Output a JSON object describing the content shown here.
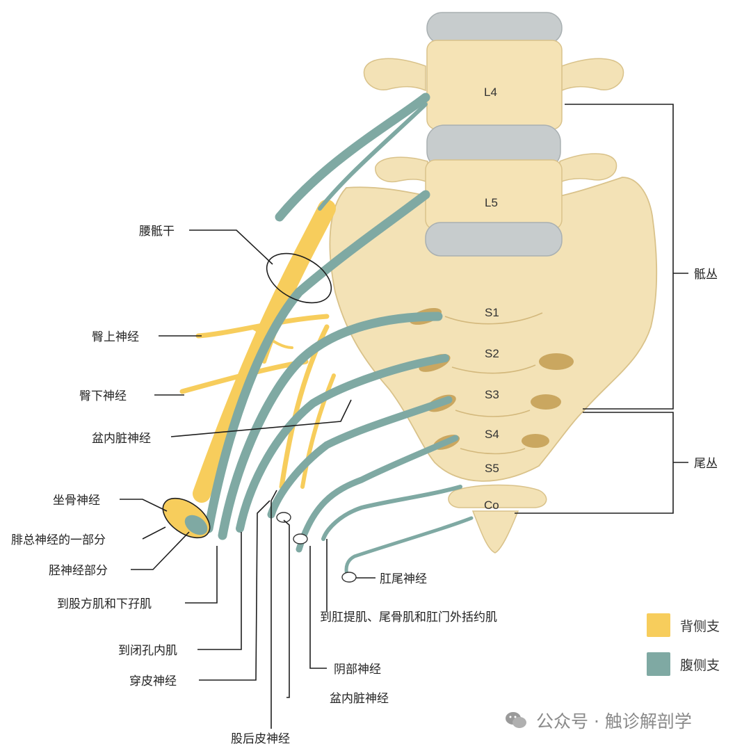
{
  "colors": {
    "dorsal": "#f7cd5c",
    "ventral": "#7fa9a3",
    "bone": "#f3e2b6",
    "disc": "#c7cccd"
  },
  "vertebrae": [
    "L4",
    "L5",
    "S1",
    "S2",
    "S3",
    "S4",
    "S5",
    "Co"
  ],
  "labels": {
    "lumbosacral_trunk": "腰骶干",
    "superior_gluteal": "臀上神经",
    "inferior_gluteal": "臀下神经",
    "pelvic_splanchnic": "盆内脏神经",
    "sciatic": "坐骨神经",
    "common_fibular_part": "腓总神经的一部分",
    "tibial_part": "胫神经部分",
    "to_quadratus_femoris": "到股方肌和下孖肌",
    "to_obturator_internus": "到闭孔内肌",
    "perforating_cutaneous": "穿皮神经",
    "posterior_femoral_cutaneous": "股后皮神经",
    "anococcygeal": "肛尾神经",
    "to_levator_ani": "到肛提肌、尾骨肌和肛门外括约肌",
    "pudendal": "阴部神经",
    "to_pelvic_viscera": "盆内脏神经",
    "sacral_plexus": "骶丛",
    "coccygeal_plexus": "尾丛"
  },
  "legend": {
    "dorsal": "背侧支",
    "ventral": "腹侧支"
  },
  "watermark": "公众号 · 触诊解剖学"
}
